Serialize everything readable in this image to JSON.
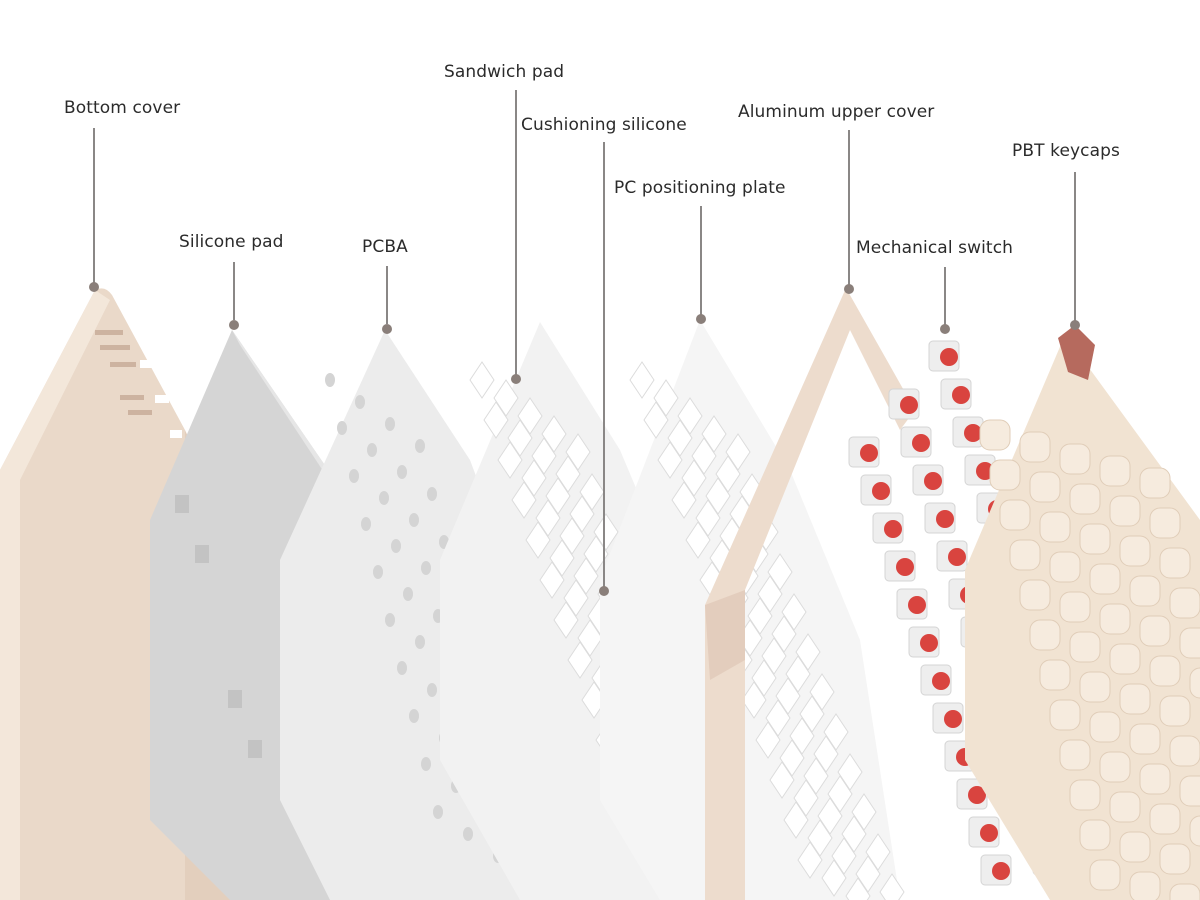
{
  "title": "Keyboard exploded view",
  "colors": {
    "bottom_cover": "#ead9c9",
    "silicone_pad": "#d6d6d6",
    "pcba": "#ececec",
    "plate_white": "#f3f3f3",
    "upper_cover": "#eddccd",
    "switch_stem": "#d9443f",
    "switch_housing": "#eeeeee",
    "keycap": "#f1e3d2",
    "esc_keycap": "#b66a5e",
    "leader_line": "#8a8786"
  },
  "components": [
    {
      "id": "bottom-cover",
      "label": "Bottom cover"
    },
    {
      "id": "silicone-pad",
      "label": "Silicone pad"
    },
    {
      "id": "pcba",
      "label": "PCBA"
    },
    {
      "id": "sandwich-pad",
      "label": "Sandwich pad"
    },
    {
      "id": "cushioning-silicone",
      "label": "Cushioning silicone"
    },
    {
      "id": "pc-positioning-plate",
      "label": "PC positioning plate"
    },
    {
      "id": "aluminum-upper-cover",
      "label": "Aluminum upper cover"
    },
    {
      "id": "mechanical-switch",
      "label": "Mechanical switch"
    },
    {
      "id": "pbt-keycaps",
      "label": "PBT keycaps"
    }
  ]
}
